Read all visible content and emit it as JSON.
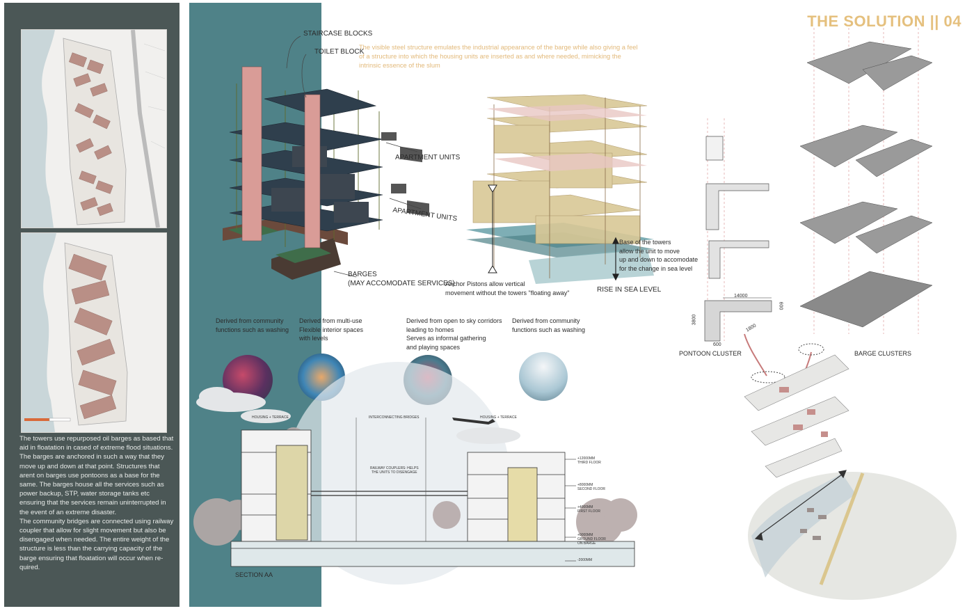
{
  "header": {
    "title": "THE SOLUTION || 04"
  },
  "intro_text": "The visible steel structure emulates the industrial appearance of the barge while also giving a feel of a structure into which the housing units are inserted as and where needed, mimicking the intrinsic essence of the slum",
  "left_panel": {
    "description": "The towers use repurposed oil barges as based that aid in floatation in cased of extreme flood situations. The barges are anchored in such a way that they move up and down at that point. Structures that arent on barges use pontoons as a base for the same. The barges house all the services such as power backup, STP, water storage tanks etc ensuring that the services remain uninterrupted in the event of an extreme disaster.\nThe community bridges are connected using railway coupler that allow for slight movement but also be disengaged when needed. The entire weight of the structure is less than the carrying capacity of the barge ensuring that floatation will occur when re-quired."
  },
  "axo": {
    "staircase": "STAIRCASE BLOCKS",
    "toilet": "TOILET BLOCK",
    "apartment_1": "APARTMENT UNITS",
    "apartment_2": "APARTMENT UNITS",
    "barges": "BARGES\n(MAY ACCOMODATE SERVICES)"
  },
  "piston": {
    "anchor": "Anchor Pistons allow vertical\nmovement without the towers \"floating away\"",
    "base": "Base of the towers\nallow the unit to move\nup and down to accomodate\nfor the change in sea level",
    "rise": "RISE IN SEA LEVEL"
  },
  "derived": [
    {
      "text": "Derived from community\nfunctions such as washing"
    },
    {
      "text": "Derived from multi-use\nFlexible interior spaces\nwith levels"
    },
    {
      "text": "Derived from open to sky corridors\nleading to homes\nServes as informal gathering\nand playing spaces"
    },
    {
      "text": "Derived from community\nfunctions such as washing"
    }
  ],
  "section": {
    "name": "SECTION AA",
    "housing_left": "HOUSING + TERRACE",
    "bridges": "INTERCONNECTING BRIDGES",
    "housing_right": "HOUSING + TERRACE",
    "railway": "RAILWAY COUPLERS: HELPS\nTHE UNITS TO DISENGAGE",
    "levels": [
      {
        "value": "+12000MM",
        "name": "THIRD FLOOR"
      },
      {
        "value": "+8000MM",
        "name": "SECOND FLOOR"
      },
      {
        "value": "+4000MM",
        "name": "FIRST FLOOR"
      },
      {
        "value": "+0000MM",
        "name": "GROUND FLOOR\nON BARGE"
      },
      {
        "value": "-2000MM",
        "name": ""
      }
    ]
  },
  "clusters": {
    "pontoon": "PONTOON CLUSTER",
    "barge": "BARGE CLUSTERS",
    "dims": {
      "top": "14000",
      "right": "600",
      "left": "3800",
      "bottom": "600",
      "side": "1800"
    }
  },
  "colors": {
    "panel": "#4b5756",
    "teal": "#4f8288",
    "title": "#e5c07e",
    "intro": "#e2b97a",
    "tower": "#d99c97",
    "unit": "#d9c896"
  }
}
